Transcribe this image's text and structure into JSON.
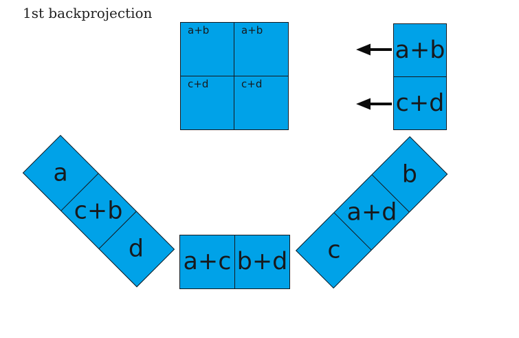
{
  "title": "1st backprojection",
  "colors": {
    "cell_blue": "#00a2e8",
    "outline": "#15181d",
    "ink": "#17191c",
    "arrow": "#0c0c0c"
  },
  "icons": {
    "arrow_top": "left-arrow",
    "arrow_bottom": "left-arrow"
  },
  "top_square": {
    "cells": [
      "a+b",
      "a+b",
      "c+d",
      "c+d"
    ]
  },
  "right_column": {
    "cells": [
      "a+b",
      "c+d"
    ]
  },
  "left_strip": {
    "cells": [
      "a",
      "c+b",
      "d"
    ]
  },
  "right_strip": {
    "cells": [
      "c",
      "a+d",
      "b"
    ]
  },
  "bottom_row": {
    "cells": [
      "a+c",
      "b+d"
    ]
  }
}
